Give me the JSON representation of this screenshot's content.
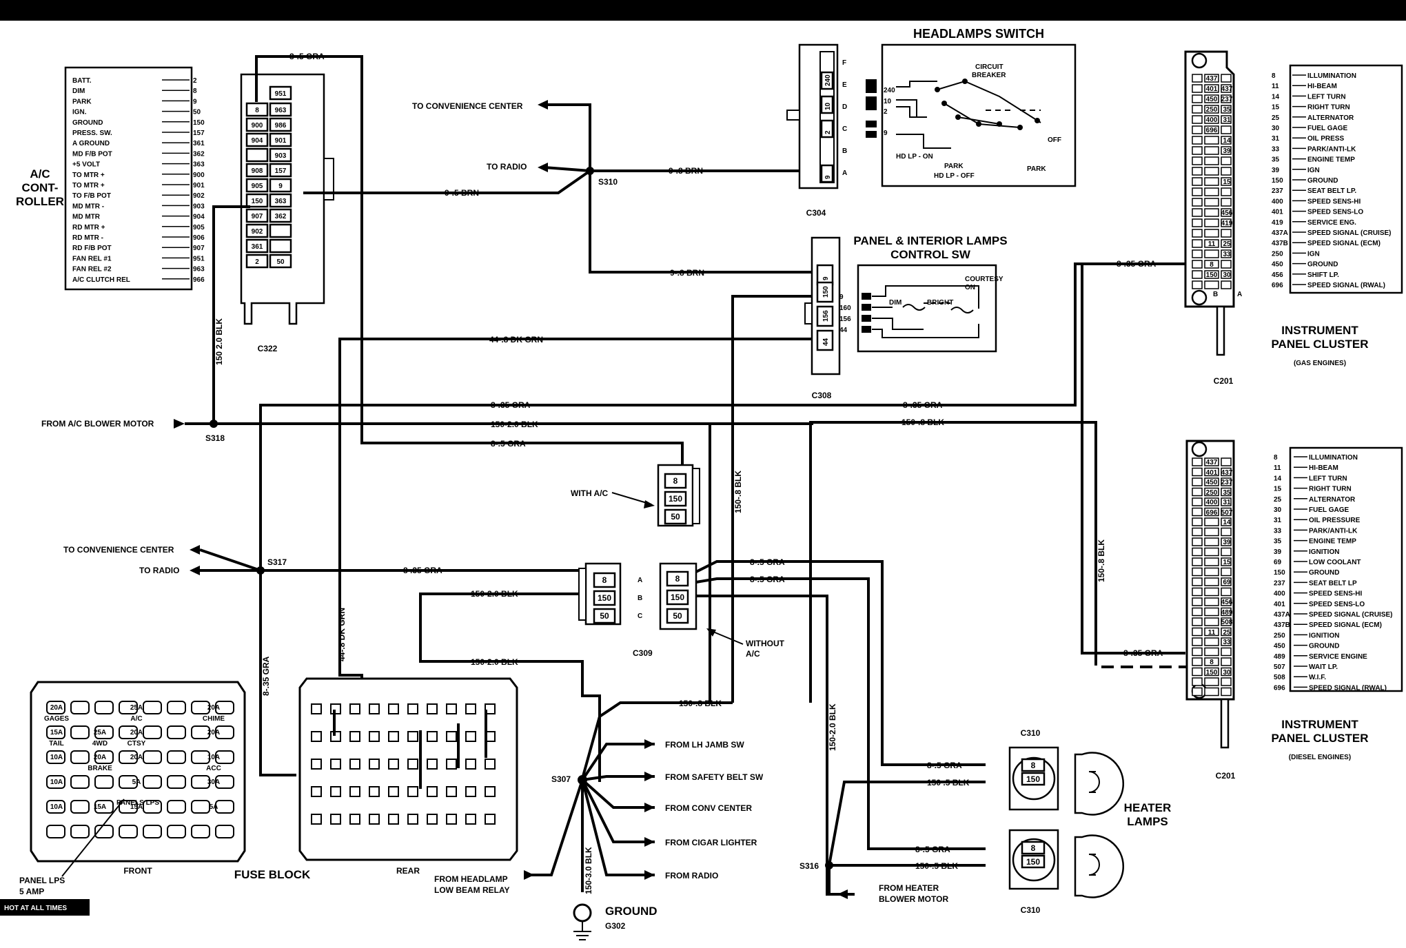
{
  "banner": {
    "bottom_left": "HOT AT ALL TIMES"
  },
  "ac_controller": {
    "title_lines": [
      "A/C",
      "CONT-",
      "ROLLER"
    ],
    "connector_id": "C322",
    "pins": [
      {
        "name": "BATT.",
        "num": "2"
      },
      {
        "name": "DIM",
        "num": "8"
      },
      {
        "name": "PARK",
        "num": "9"
      },
      {
        "name": "IGN.",
        "num": "50"
      },
      {
        "name": "GROUND",
        "num": "150"
      },
      {
        "name": "PRESS. SW.",
        "num": "157"
      },
      {
        "name": "A GROUND",
        "num": "361"
      },
      {
        "name": "MD F/B POT",
        "num": "362"
      },
      {
        "name": "+5 VOLT",
        "num": "363"
      },
      {
        "name": "TO MTR +",
        "num": "900"
      },
      {
        "name": "TO MTR +",
        "num": "901"
      },
      {
        "name": "TO F/B POT",
        "num": "902"
      },
      {
        "name": "MD MTR -",
        "num": "903"
      },
      {
        "name": "MD MTR",
        "num": "904"
      },
      {
        "name": "RD MTR +",
        "num": "905"
      },
      {
        "name": "RD MTR -",
        "num": "906"
      },
      {
        "name": "RD F/B POT",
        "num": "907"
      },
      {
        "name": "FAN REL #1",
        "num": "951"
      },
      {
        "name": "FAN REL #2",
        "num": "963"
      },
      {
        "name": "A/C CLUTCH REL",
        "num": "966"
      }
    ],
    "cavities": [
      [
        "8",
        "963"
      ],
      [
        "900",
        "986"
      ],
      [
        "904",
        "901"
      ],
      [
        "",
        "903"
      ],
      [
        "908",
        "157"
      ],
      [
        "905",
        "9"
      ],
      [
        "150",
        "363"
      ],
      [
        "907",
        "362"
      ],
      [
        "902",
        ""
      ],
      [
        "361",
        ""
      ],
      [
        "2",
        "50"
      ]
    ],
    "top_cell": "951"
  },
  "headlamp_switch": {
    "title": "HEADLAMPS SWITCH",
    "connector_id": "C304",
    "cavity_letters": [
      "F",
      "E",
      "D",
      "C",
      "B",
      "A"
    ],
    "cavity_nums": [
      "240",
      "10",
      "2",
      "9"
    ],
    "pin_labels": [
      "240",
      "10",
      "2",
      "9"
    ],
    "notes": [
      "CIRCUIT",
      "BREAKER",
      "OFF",
      "HD LP - ON",
      "PARK",
      "HD LP - OFF",
      "PARK"
    ]
  },
  "panel_lamps_sw": {
    "title_lines": [
      "PANEL & INTERIOR LAMPS",
      "CONTROL SW"
    ],
    "connector_id": "C308",
    "cavities": [
      "9",
      "150",
      "156",
      "44"
    ],
    "pin_labels": [
      "9",
      "160",
      "156",
      "44"
    ],
    "notes": [
      "COURTESY",
      "ON",
      "DIM",
      "BRIGHT"
    ]
  },
  "wires": {
    "w1": "8-.5 GRA",
    "w2": "TO CONVENIENCE CENTER",
    "w3": "TO RADIO",
    "w4": "9-.8 BRN",
    "w5": "S310",
    "w6": "9-.5 BRN",
    "w7": "9-.8 BRN",
    "w8": "44-.8 DK GRN",
    "w9": "150 2.0 BLK",
    "w10": "8-.35 GRA",
    "w11": "8-.35 GRA",
    "w12": "150-2.0 BLK",
    "w13": "150-.8 BLK",
    "w14": "8-.5 GRA",
    "w15": "FROM A/C BLOWER MOTOR",
    "w16": "S318",
    "w17": "WITH A/C",
    "w18": "150-.8 BLK",
    "w19": "TO CONVENIENCE CENTER",
    "w20": "TO RADIO",
    "w21": "S317",
    "w22": "8 .35 GRA",
    "w23": "150-2.0 BLK",
    "w24": "8-.35 GRA",
    "w25": "44-.8 DK GRN",
    "w26": "150-2.0 BLK",
    "w27": "8-.5 GRA",
    "w28": "8-.5 GRA",
    "w29": "WITHOUT",
    "w30": "A/C",
    "w31": "C309",
    "w32": "150-.8 BLK",
    "w33": "150-.8 BLK",
    "w34": "8-.35 GRA",
    "w35": "8-.35 GRA",
    "w36": "150-2.0 BLK",
    "w37": "150-3.0 BLK",
    "w38": "S307",
    "w39": "S316",
    "w40": "8-.5 GRA",
    "w41": "150 .5 BLK",
    "w42": "8-.5 GRA",
    "w43": "150-.5 BLK"
  },
  "s307_branches": [
    "FROM LH JAMB SW",
    "FROM SAFETY BELT SW",
    "FROM CONV CENTER",
    "FROM CIGAR LIGHTER",
    "FROM RADIO"
  ],
  "headlamp_relay": [
    "FROM HEADLAMP",
    "LOW BEAM RELAY"
  ],
  "ground": {
    "label": "GROUND",
    "id": "G302"
  },
  "heater": {
    "blower": [
      "FROM HEATER",
      "BLOWER MOTOR"
    ],
    "lamps_title": [
      "HEATER",
      "LAMPS"
    ],
    "c310_top": "C310",
    "c310_bottom": "C310",
    "cavities": [
      "8",
      "150"
    ]
  },
  "c309a": {
    "cavities": [
      "8",
      "150",
      "50"
    ]
  },
  "c309b": {
    "cavities": [
      "8",
      "150",
      "50"
    ],
    "letters": [
      "A",
      "B",
      "C"
    ]
  },
  "c309c": {
    "cavities": [
      "8",
      "150",
      "50"
    ]
  },
  "fuse_block": {
    "title": "FUSE BLOCK",
    "front": "FRONT",
    "rear": "REAR",
    "panel_lps": [
      "PANEL LPS",
      "5 AMP"
    ],
    "fuse_labels": [
      "20A",
      "25A",
      "20A",
      "15A",
      "25A",
      "20A",
      "20A",
      "10A",
      "20A",
      "20A",
      "10A",
      "10A",
      "5A",
      "15A",
      "30A",
      "10A",
      "15A",
      "5A",
      "GAGES",
      "A/C",
      "CHIME",
      "TAIL",
      "4WD",
      "CTSY",
      "BRAKE",
      "ACC",
      "PANELS LPS",
      "20A",
      "30A"
    ]
  },
  "cluster_gas": {
    "title_lines": [
      "INSTRUMENT",
      "PANEL CLUSTER"
    ],
    "subtitle": "(GAS ENGINES)",
    "connector_id": "C201",
    "cells": [
      "437",
      "401",
      "437",
      "450",
      "237",
      "250",
      "35",
      "400",
      "31",
      "696",
      "",
      "14",
      "39",
      "15",
      "",
      "",
      "456",
      "419",
      "",
      "",
      "11",
      "25",
      "",
      "33",
      "8",
      "",
      "150",
      "30"
    ],
    "letters": [
      "B",
      "A"
    ],
    "pins": [
      {
        "num": "8",
        "name": "ILLUMINATION"
      },
      {
        "num": "11",
        "name": "HI-BEAM"
      },
      {
        "num": "14",
        "name": "LEFT TURN"
      },
      {
        "num": "15",
        "name": "RIGHT TURN"
      },
      {
        "num": "25",
        "name": "ALTERNATOR"
      },
      {
        "num": "30",
        "name": "FUEL GAGE"
      },
      {
        "num": "31",
        "name": "OIL PRESS"
      },
      {
        "num": "33",
        "name": "PARK/ANTI-LK"
      },
      {
        "num": "35",
        "name": "ENGINE TEMP"
      },
      {
        "num": "39",
        "name": "IGN"
      },
      {
        "num": "150",
        "name": "GROUND"
      },
      {
        "num": "237",
        "name": "SEAT BELT LP."
      },
      {
        "num": "400",
        "name": "SPEED SENS-HI"
      },
      {
        "num": "401",
        "name": "SPEED SENS-LO"
      },
      {
        "num": "419",
        "name": "SERVICE ENG."
      },
      {
        "num": "437A",
        "name": "SPEED SIGNAL (CRUISE)"
      },
      {
        "num": "437B",
        "name": "SPEED SIGNAL (ECM)"
      },
      {
        "num": "250",
        "name": "IGN"
      },
      {
        "num": "450",
        "name": "GROUND"
      },
      {
        "num": "456",
        "name": "SHIFT LP."
      },
      {
        "num": "696",
        "name": "SPEED SIGNAL (RWAL)"
      }
    ]
  },
  "cluster_diesel": {
    "title_lines": [
      "INSTRUMENT",
      "PANEL CLUSTER"
    ],
    "subtitle": "(DIESEL ENGINES)",
    "connector_id": "C201",
    "cells": [
      "437",
      "401",
      "437",
      "450",
      "237",
      "250",
      "35",
      "400",
      "31",
      "696",
      "507",
      "14",
      "39",
      "15",
      "69",
      "456",
      "489",
      "508",
      "11",
      "25",
      "33",
      "8",
      "150",
      "30"
    ],
    "pins": [
      {
        "num": "8",
        "name": "ILLUMINATION"
      },
      {
        "num": "11",
        "name": "HI-BEAM"
      },
      {
        "num": "14",
        "name": "LEFT TURN"
      },
      {
        "num": "15",
        "name": "RIGHT TURN"
      },
      {
        "num": "25",
        "name": "ALTERNATOR"
      },
      {
        "num": "30",
        "name": "FUEL GAGE"
      },
      {
        "num": "31",
        "name": "OIL PRESSURE"
      },
      {
        "num": "33",
        "name": "PARK/ANTI-LK"
      },
      {
        "num": "35",
        "name": "ENGINE TEMP"
      },
      {
        "num": "39",
        "name": "IGNITION"
      },
      {
        "num": "69",
        "name": "LOW COOLANT"
      },
      {
        "num": "150",
        "name": "GROUND"
      },
      {
        "num": "237",
        "name": "SEAT BELT LP"
      },
      {
        "num": "400",
        "name": "SPEED SENS-HI"
      },
      {
        "num": "401",
        "name": "SPEED SENS-LO"
      },
      {
        "num": "437A",
        "name": "SPEED SIGNAL (CRUISE)"
      },
      {
        "num": "437B",
        "name": "SPEED SIGNAL (ECM)"
      },
      {
        "num": "250",
        "name": "IGNITION"
      },
      {
        "num": "450",
        "name": "GROUND"
      },
      {
        "num": "489",
        "name": "SERVICE ENGINE"
      },
      {
        "num": "507",
        "name": "WAIT LP."
      },
      {
        "num": "508",
        "name": "W.I.F."
      },
      {
        "num": "696",
        "name": "SPEED SIGNAL (RWAL)"
      }
    ]
  }
}
